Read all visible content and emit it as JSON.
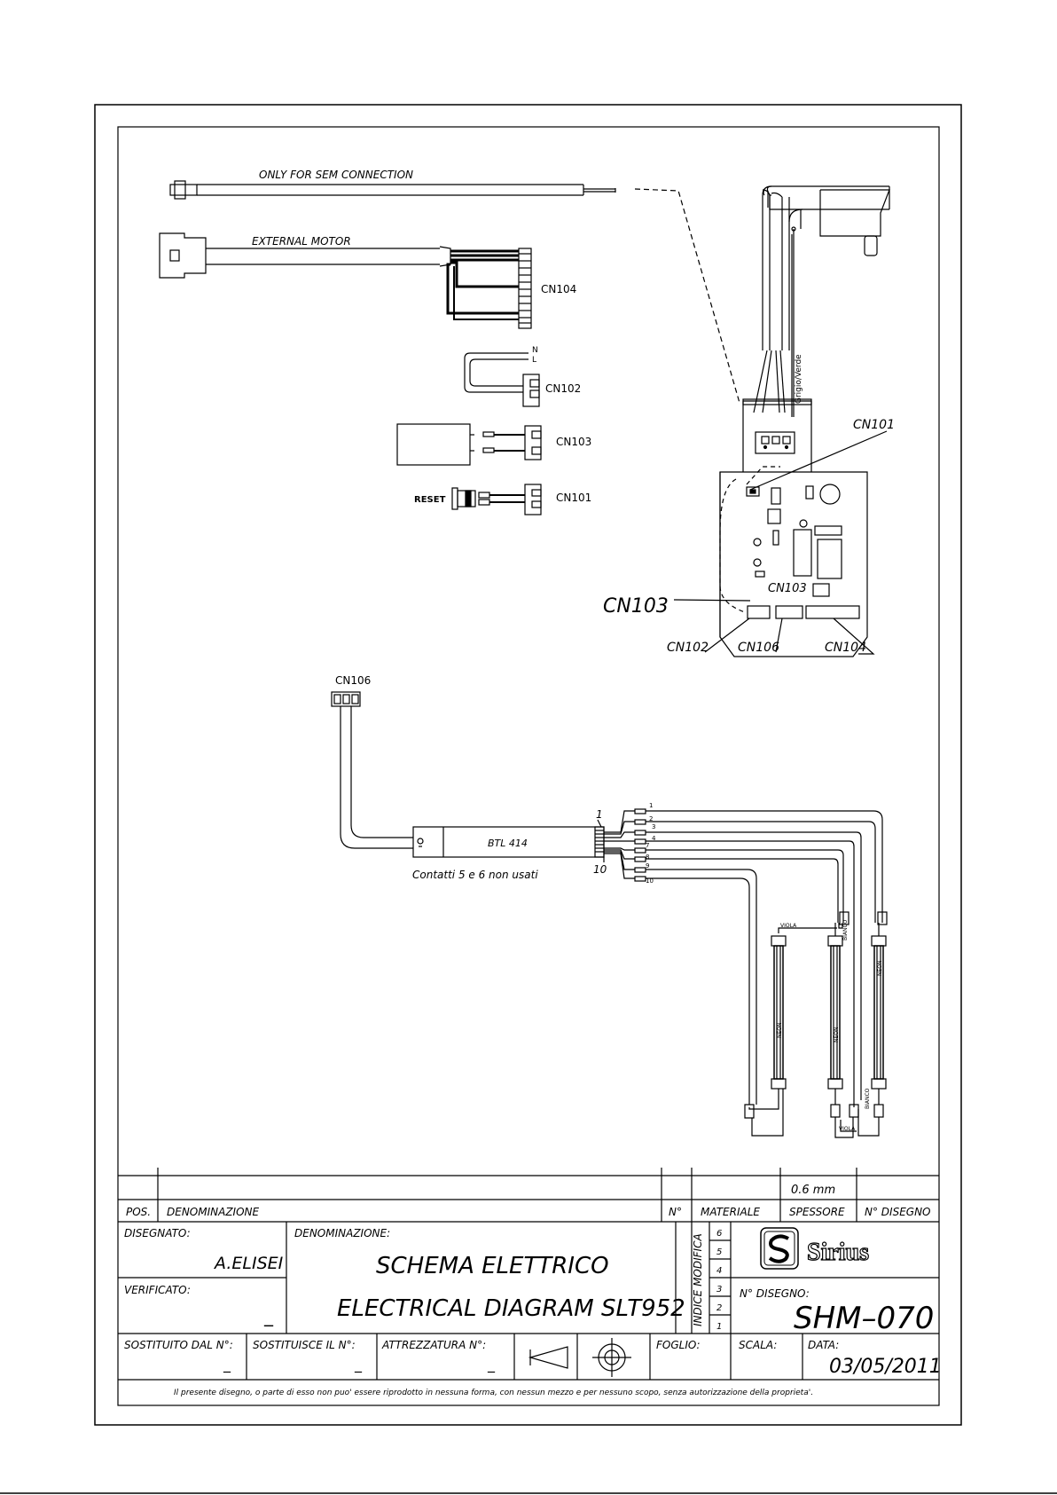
{
  "labels": {
    "sem_connection": "ONLY FOR SEM CONNECTION",
    "external_motor": "EXTERNAL MOTOR",
    "cn104": "CN104",
    "cn102": "CN102",
    "cn103": "CN103",
    "cn101": "CN101",
    "cn106": "CN106",
    "reset": "RESET",
    "n": "N",
    "l": "L",
    "grigio_verde": "Grigio/Verde",
    "btl": "BTL 414",
    "contatti": "Contatti 5  e  6 non usati",
    "pin1": "1",
    "pin10": "10",
    "pins": [
      "1",
      "2",
      "3",
      "4",
      "7",
      "8",
      "9",
      "10"
    ],
    "viola": "VIOLA",
    "bianco": "BIANCO",
    "neon": "NEON"
  },
  "title_block": {
    "spessore_value": "0.6 mm",
    "headers": {
      "pos": "POS.",
      "denominazione": "DENOMINAZIONE",
      "n": "N°",
      "materiale": "MATERIALE",
      "spessore": "SPESSORE",
      "n_disegno": "N° DISEGNO"
    },
    "disegnato_label": "DISEGNATO:",
    "disegnato_value": "A.ELISEI",
    "verificato_label": "VERIFICATO:",
    "verificato_value": "_",
    "denominazione_label": "DENOMINAZIONE:",
    "title_it": "SCHEMA  ELETTRICO",
    "title_en": "ELECTRICAL  DIAGRAM  SLT952",
    "indice_modifica": "INDICE MODIFICA",
    "indici": [
      "6",
      "5",
      "4",
      "3",
      "2",
      "1"
    ],
    "brand": "Sirius",
    "n_disegno_label": "N° DISEGNO:",
    "n_disegno_value": "SHM–070",
    "sostituito_label": "SOSTITUITO  DAL  N°:",
    "sostituito_value": "_",
    "sostituisce_label": "SOSTITUISCE  IL  N°:",
    "sostituisce_value": "_",
    "attrezzatura_label": "ATTREZZATURA  N°:",
    "attrezzatura_value": "_",
    "foglio_label": "FOGLIO:",
    "scala_label": "SCALA:",
    "data_label": "DATA:",
    "data_value": "03/05/2011",
    "disclaimer": "Il presente disegno, o parte di esso non puo' essere riprodotto in nessuna forma, con nessun mezzo e per nessuno scopo, senza autorizzazione della proprieta'."
  }
}
